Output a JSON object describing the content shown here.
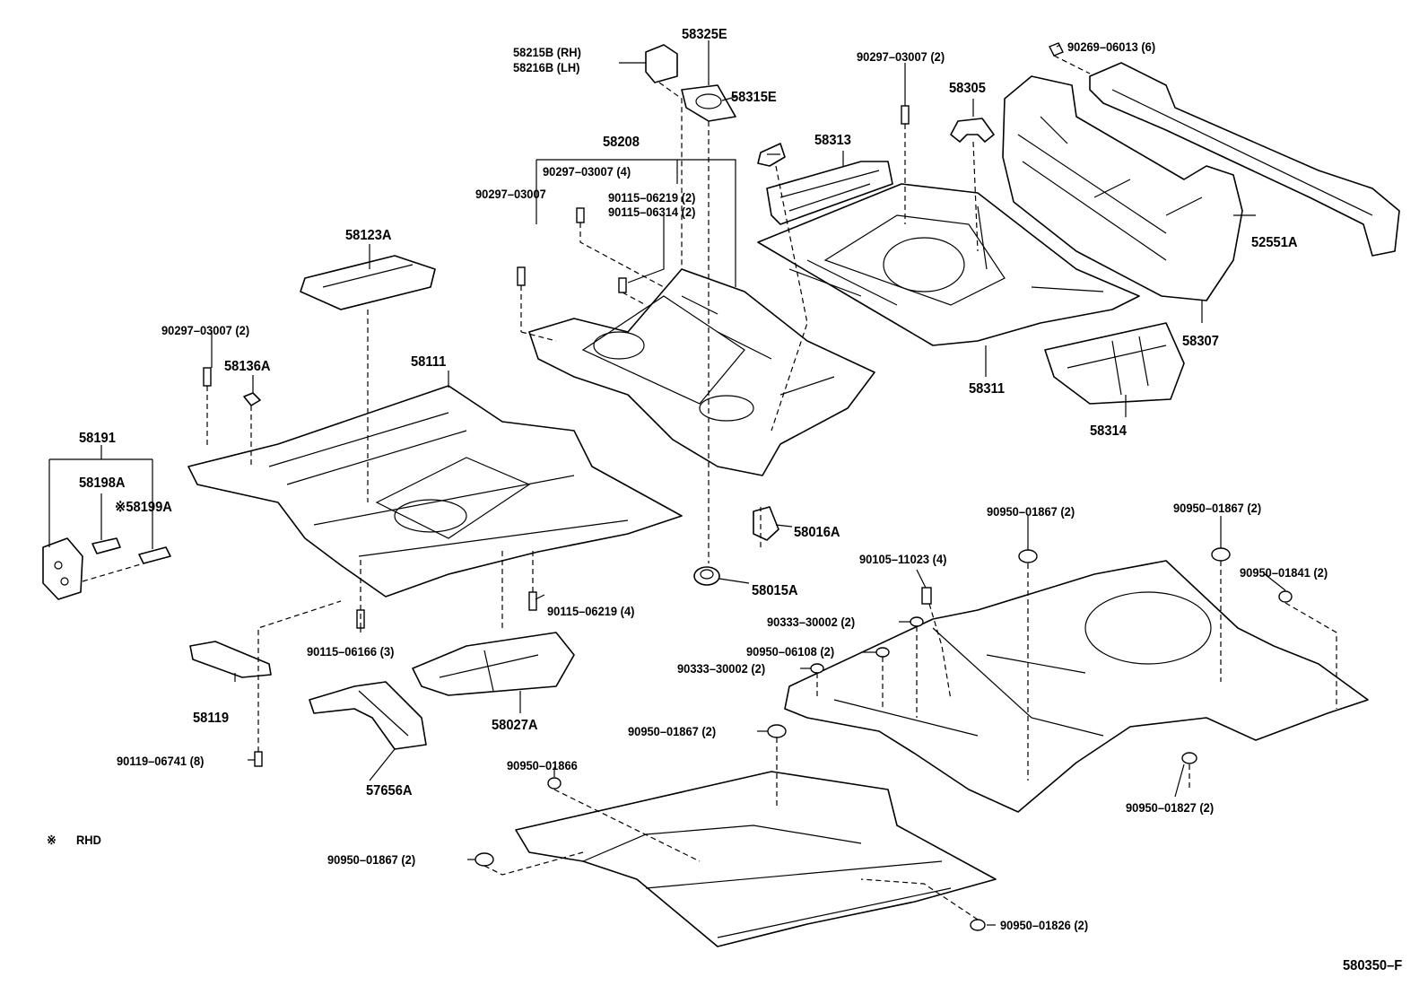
{
  "diagram_code": "580350–F",
  "legend": {
    "symbol": "※",
    "text": "RHD"
  },
  "labels": {
    "p58215B": "58215B (RH)",
    "p58216B": "58216B (LH)",
    "p58325E": "58325E",
    "p58315E": "58315E",
    "p58208": "58208",
    "p58313": "58313",
    "p58305": "58305",
    "b90297_top": "90297–03007 (2)",
    "b90269": "90269–06013 (6)",
    "p52551A": "52551A",
    "b90297_4": "90297–03007 (4)",
    "b90297": "90297–03007",
    "b90115_06219_2": "90115–06219 (2)",
    "b90115_06314_2": "90115–06314 (2)",
    "p58123A": "58123A",
    "b90297_left": "90297–03007 (2)",
    "p58136A": "58136A",
    "p58111": "58111",
    "p58191": "58191",
    "p58198A": "58198A",
    "p58199A": "※58199A",
    "p58307": "58307",
    "p58311": "58311",
    "p58314": "58314",
    "p58016A": "58016A",
    "p58015A": "58015A",
    "b90115_06219_4": "90115–06219 (4)",
    "b90115_06166_3": "90115–06166 (3)",
    "p58119": "58119",
    "b90119_06741_8": "90119–06741 (8)",
    "p58027A": "58027A",
    "p57656A": "57656A",
    "c90950_01867_a": "90950–01867 (2)",
    "c90950_01867_b": "90950–01867 (2)",
    "b90105_11023_4": "90105–11023 (4)",
    "c90950_01841_2": "90950–01841 (2)",
    "c90333_30002_a": "90333–30002 (2)",
    "c90950_06108_2": "90950–06108 (2)",
    "c90333_30002_b": "90333–30002 (2)",
    "c90950_01867_c": "90950–01867 (2)",
    "c90950_01866": "90950–01866",
    "c90950_01827_2": "90950–01827 (2)",
    "c90950_01867_d": "90950–01867 (2)",
    "c90950_01826_2": "90950–01826 (2)"
  }
}
